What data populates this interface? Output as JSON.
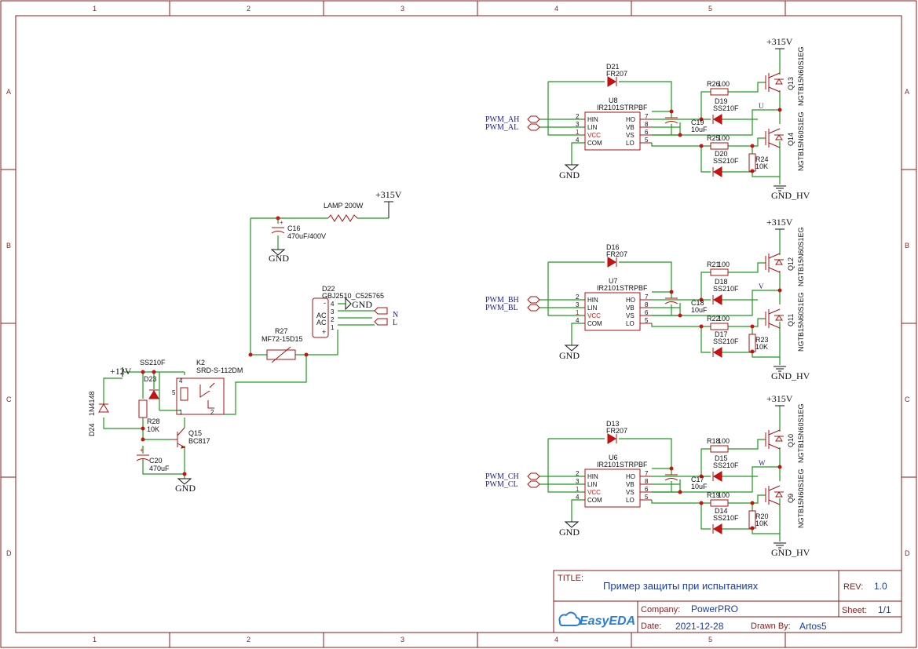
{
  "border": {
    "cols": [
      "1",
      "2",
      "3",
      "4",
      "5"
    ],
    "rows": [
      "A",
      "B",
      "C",
      "D"
    ]
  },
  "title_block": {
    "title_label": "TITLE:",
    "title": "Пример защиты при испытаниях",
    "rev_label": "REV:",
    "rev": "1.0",
    "company_label": "Company:",
    "company": "PowerPRO",
    "sheet_label": "Sheet:",
    "sheet": "1/1",
    "date_label": "Date:",
    "date": "2021-12-28",
    "drawn_label": "Drawn By:",
    "drawn_by": "Artos5",
    "logo": "EasyEDA"
  },
  "power": {
    "lamp": "LAMP 200W",
    "v315": "+315V",
    "gnd": "GND",
    "gnd_hv": "GND_HV",
    "v12": "+12V"
  },
  "left": {
    "c16": {
      "ref": "C16",
      "val": "470uF/400V"
    },
    "d22": {
      "ref": "D22",
      "val": "GBJ2510_C525765",
      "pins": [
        "4",
        "3",
        "2",
        "1"
      ],
      "labels": [
        "-",
        "AC",
        "AC",
        "+"
      ]
    },
    "n": "N",
    "l": "L",
    "r27": {
      "ref": "R27",
      "val": "MF72-15D15"
    },
    "k2": {
      "ref": "K2",
      "val": "SRD-S-112DM",
      "pins": [
        "4",
        "5",
        "1",
        "2"
      ]
    },
    "d23": {
      "ref": "D23",
      "val": "SS210F"
    },
    "d24": {
      "ref": "D24",
      "val": "1N4148"
    },
    "r28": {
      "ref": "R28",
      "val": "10K"
    },
    "q15": {
      "ref": "Q15",
      "val": "BC817"
    },
    "c20": {
      "ref": "C20",
      "val": "470uF"
    }
  },
  "drivers": [
    {
      "diode_ref": "D21",
      "diode_val": "FR207",
      "ic_ref": "U8",
      "ic_val": "IR2101STRPBF",
      "in_h": "PWM_AH",
      "in_l": "PWM_AL",
      "cap_ref": "C19",
      "cap_val": "10uF",
      "rh_ref": "R26",
      "rh_val": "100",
      "dh_ref": "D19",
      "dh_val": "SS210F",
      "rl_ref": "R25",
      "rl_val": "100",
      "dl_ref": "D20",
      "dl_val": "SS210F",
      "rg_ref": "R24",
      "rg_val": "10K",
      "qh_ref": "Q13",
      "ql_ref": "Q14",
      "q_val": "NGTB15N60S1EG",
      "phase": "U"
    },
    {
      "diode_ref": "D16",
      "diode_val": "FR207",
      "ic_ref": "U7",
      "ic_val": "IR2101STRPBF",
      "in_h": "PWM_BH",
      "in_l": "PWM_BL",
      "cap_ref": "C18",
      "cap_val": "10uF",
      "rh_ref": "R21",
      "rh_val": "100",
      "dh_ref": "D18",
      "dh_val": "SS210F",
      "rl_ref": "R22",
      "rl_val": "100",
      "dl_ref": "D17",
      "dl_val": "SS210F",
      "rg_ref": "R23",
      "rg_val": "10K",
      "qh_ref": "Q12",
      "ql_ref": "Q11",
      "q_val": "NGTB15N60S1EG",
      "phase": "V"
    },
    {
      "diode_ref": "D13",
      "diode_val": "FR207",
      "ic_ref": "U6",
      "ic_val": "IR2101STRPBF",
      "in_h": "PWM_CH",
      "in_l": "PWM_CL",
      "cap_ref": "C17",
      "cap_val": "10uF",
      "rh_ref": "R18",
      "rh_val": "100",
      "dh_ref": "D15",
      "dh_val": "SS210F",
      "rl_ref": "R19",
      "rl_val": "100",
      "dl_ref": "D14",
      "dl_val": "SS210F",
      "rg_ref": "R20",
      "rg_val": "10K",
      "qh_ref": "Q10",
      "ql_ref": "Q9",
      "q_val": "NGTB15N60S1EG",
      "phase": "W"
    }
  ],
  "ic_pins": {
    "left_nums": [
      "2",
      "3",
      "1",
      "4"
    ],
    "left_names": [
      "HIN",
      "LIN",
      "VCC",
      "COM"
    ],
    "right_nums": [
      "7",
      "8",
      "6",
      "5"
    ],
    "right_names": [
      "HO",
      "VB",
      "VS",
      "LO"
    ]
  }
}
